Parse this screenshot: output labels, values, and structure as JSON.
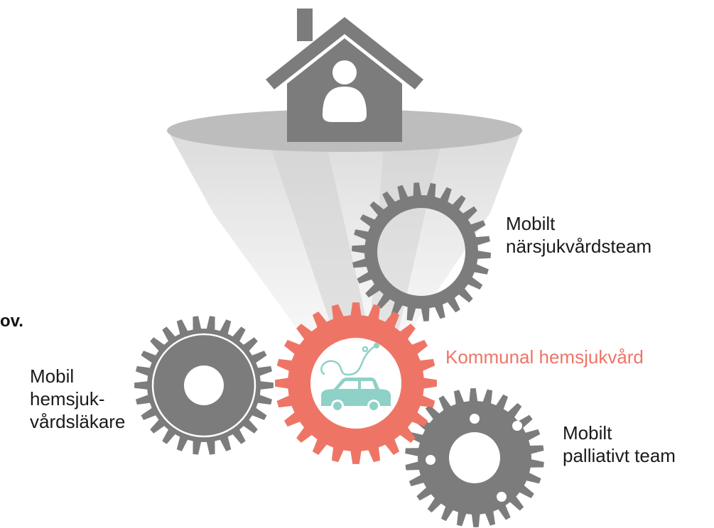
{
  "colors": {
    "gear_gray": "#7c7c7c",
    "gear_red": "#ee7566",
    "funnel": "#d6d6d6",
    "house": "#7c7c7c",
    "car": "#8ed1c6"
  },
  "icons": [
    "house-person-icon",
    "funnel",
    "stethoscope-icon",
    "car-icon"
  ],
  "left_fragment": "ov.",
  "labels": {
    "narsjukvard": {
      "line1": "Mobilt",
      "line2": "närsjukvårdsteam"
    },
    "kommunal": "Kommunal hemsjukvård",
    "hemsjuklakare": {
      "line1": "Mobil",
      "line2": "hemsjuk-",
      "line3": "vårdsläkare"
    },
    "palliativ": {
      "line1": "Mobilt",
      "line2": "palliativt team"
    }
  }
}
